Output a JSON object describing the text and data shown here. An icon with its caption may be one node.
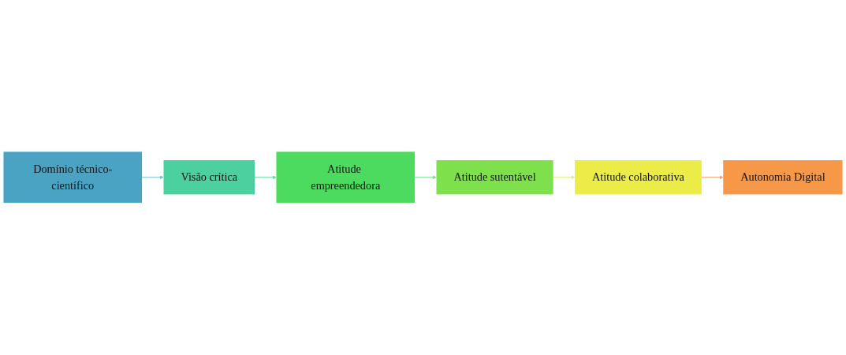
{
  "diagram": {
    "nodes": [
      {
        "text": [
          "Domínio técnico-científico"
        ]
      },
      {
        "text": [
          "Visão crítica"
        ]
      },
      {
        "text": [
          "Atitude empreendedora"
        ]
      },
      {
        "text": [
          "Atitude sutentável"
        ]
      },
      {
        "text": [
          "Atitude colaborativa"
        ]
      },
      {
        "text": [
          "Autonomia Digital"
        ]
      }
    ],
    "edges": [
      {
        "from": 0,
        "to": 1,
        "arrow": "to",
        "color": "#7cc3d0"
      },
      {
        "from": 1,
        "to": 2,
        "arrow": "to",
        "color": "#6fd6a8"
      },
      {
        "from": 2,
        "to": 3,
        "arrow": "to",
        "color": "#7fdc8e"
      },
      {
        "from": 3,
        "to": 4,
        "arrow": "to",
        "color": "#d6ee8a"
      },
      {
        "from": 4,
        "to": 5,
        "arrow": "to",
        "color": "#f0a070"
      }
    ]
  }
}
